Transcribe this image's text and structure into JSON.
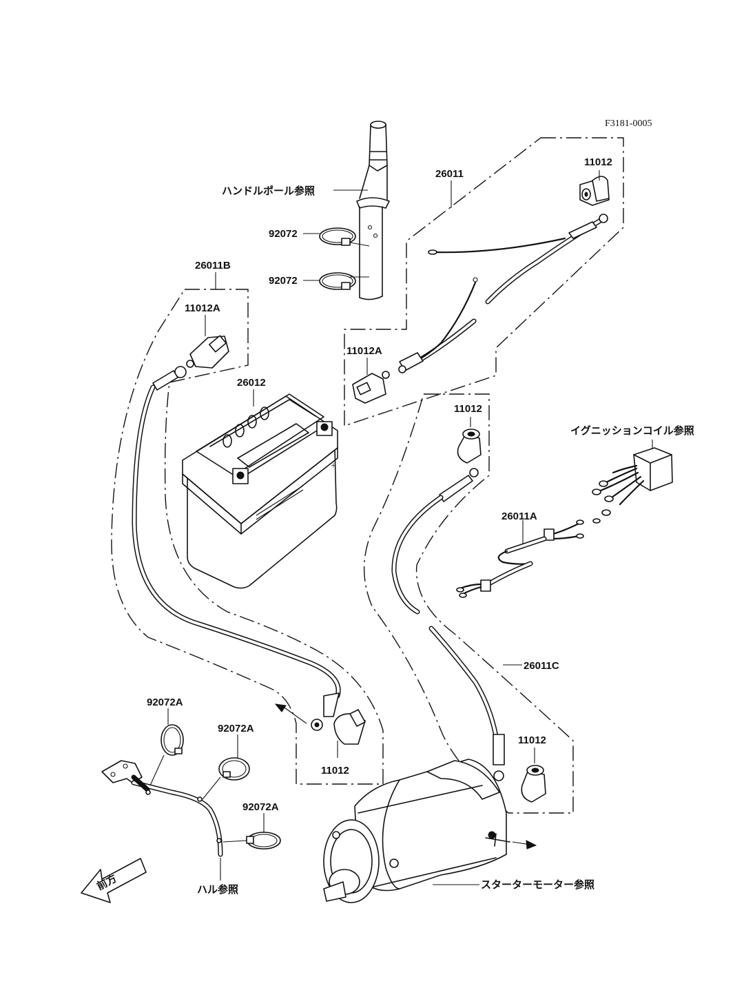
{
  "figure_code": "F3181-0005",
  "labels": {
    "p26011": "26011",
    "p11012_top": "11012",
    "p26011B": "26011B",
    "p11012A_left": "11012A",
    "p26012": "26012",
    "p11012A_mid": "11012A",
    "p11012_mid": "11012",
    "p26011A": "26011A",
    "p26011C": "26011C",
    "p11012_right": "11012",
    "p11012_bottom": "11012",
    "p92072_a": "92072",
    "p92072_b": "92072",
    "p92072A_1": "92072A",
    "p92072A_2": "92072A",
    "p92072A_3": "92072A"
  },
  "references": {
    "handle_pole": "ハンドルポール参照",
    "ignition_coil": "イグニッションコイル参照",
    "starter_motor": "スターターモーター参照",
    "hull": "ハル参照",
    "front_arrow": "前方"
  }
}
